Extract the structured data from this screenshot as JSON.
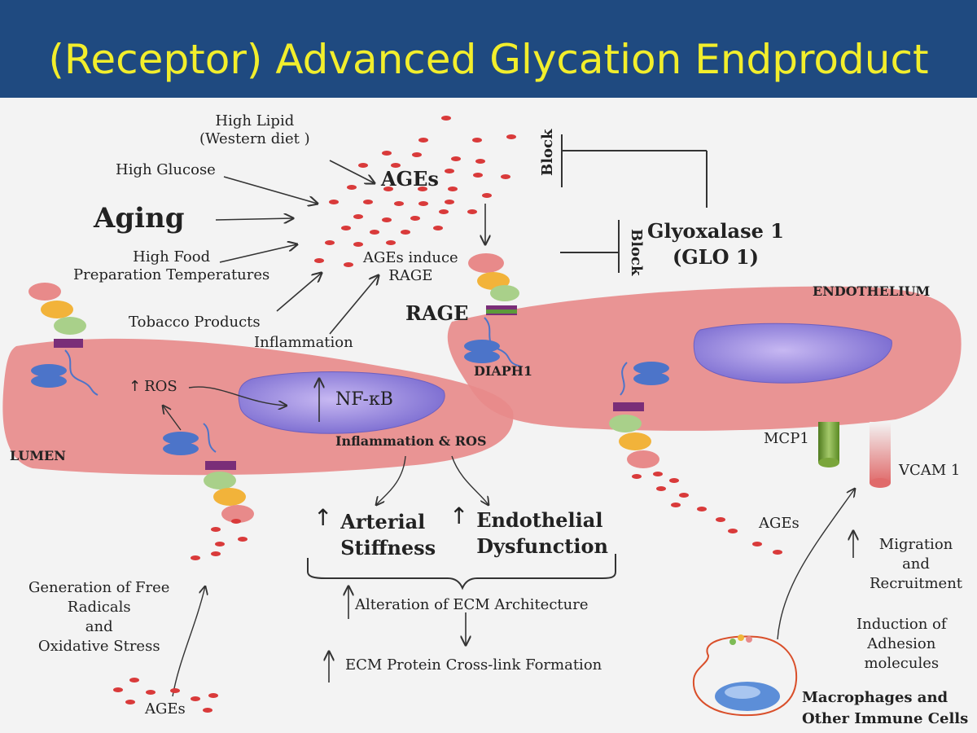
{
  "slide": {
    "title": "(Receptor)  Advanced Glycation Endproduct"
  },
  "labels": {
    "high_lipid": "High Lipid\n(Western diet )",
    "high_glucose": "High Glucose",
    "aging": "Aging",
    "high_food": "High Food\nPreparation Temperatures",
    "tobacco": "Tobacco Products",
    "inflammation": "Inflammation",
    "ages_top": "AGEs",
    "ages_induce": "AGEs induce\nRAGE",
    "block1": "Block",
    "block2": "Block",
    "glo1": "Glyoxalase 1\n(GLO 1)",
    "endothelium": "ENDOTHELIUM",
    "rage": "RAGE",
    "diaph1": "DIAPH1",
    "ros": "ROS",
    "nfkb": "NF-κB",
    "inflam_ros": "Inflammation & ROS",
    "lumen": "LUMEN",
    "mcp1": "MCP1",
    "vcam1": "VCAM 1",
    "arterial": "Arterial\nStiffness",
    "endo_dys": "Endothelial\nDysfunction",
    "ecm_arch": "Alteration of ECM Architecture",
    "ecm_cross": "ECM Protein Cross-link Formation",
    "free_radicals": "Generation of Free\nRadicals\nand\nOxidative Stress",
    "ages_bottom": "AGEs",
    "ages_right": "AGEs",
    "migration": "Migration\nand\nRecruitment",
    "induction": "Induction of\nAdhesion\nmolecules",
    "macrophages": "Macrophages and\nOther Immune Cells"
  },
  "colors": {
    "title": "#f2ee2c",
    "header_bg": "#1f4a80",
    "cell": "#e88a8a",
    "nucleus": "#8e7fd6",
    "dot": "#d93a3a"
  }
}
